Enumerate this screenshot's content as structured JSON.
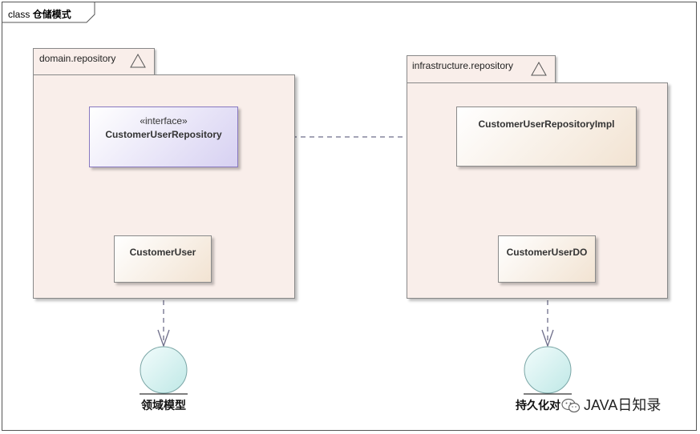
{
  "frame": {
    "keyword": "class",
    "name": "仓储模式"
  },
  "packages": [
    {
      "id": "domain",
      "label": "domain.repository"
    },
    {
      "id": "infra",
      "label": "infrastructure.repository"
    }
  ],
  "classes": {
    "repo_interface": {
      "stereotype": "«interface»",
      "name": "CustomerUserRepository"
    },
    "customer_user": {
      "name": "CustomerUser"
    },
    "repo_impl": {
      "name": "CustomerUserRepositoryImpl"
    },
    "customer_user_do": {
      "name": "CustomerUserDO"
    }
  },
  "components": {
    "domain_model": {
      "label": "领域模型"
    },
    "persistence": {
      "label": "持久化对"
    }
  },
  "watermark": {
    "text": "JAVA日知录",
    "icon": "wechat-icon"
  },
  "colors": {
    "package_fill": "#f9eeea",
    "interface_fill": "#d7d1f2",
    "class_fill": "#f2e3d2",
    "entity_fill": "#d4f0ef",
    "connector": "#6e6e8a"
  }
}
